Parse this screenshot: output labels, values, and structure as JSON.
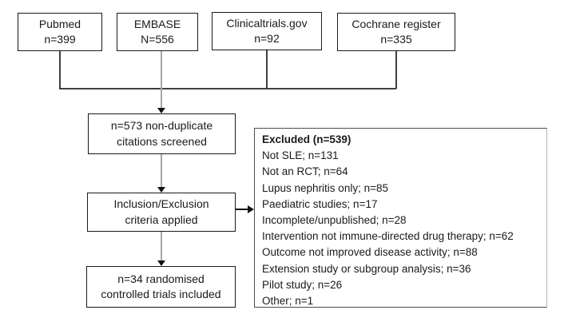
{
  "sources": [
    {
      "name": "Pubmed",
      "count": "n=399"
    },
    {
      "name": "EMBASE",
      "count": "N=556"
    },
    {
      "name": "Clinicaltrials.gov",
      "count": "n=92"
    },
    {
      "name": "Cochrane register",
      "count": "n=335"
    }
  ],
  "flow": {
    "screened": {
      "line1": "n=573 non-duplicate",
      "line2": "citations screened"
    },
    "criteria": {
      "line1": "Inclusion/Exclusion",
      "line2": "criteria applied"
    },
    "included": {
      "line1": "n=34 randomised",
      "line2": "controlled trials included"
    }
  },
  "excluded": {
    "title": "Excluded (n=539)",
    "items": [
      "Not SLE; n=131",
      "Not an RCT; n=64",
      "Lupus nephritis only; n=85",
      "Paediatric studies; n=17",
      "Incomplete/unpublished; n=28",
      "Intervention not immune-directed drug therapy; n=62",
      "Outcome not improved disease activity; n=88",
      "Extension study or subgroup analysis; n=36",
      "Pilot study; n=26",
      "Other; n=1"
    ]
  },
  "colors": {
    "box_border": "#1a1a1a",
    "connector_gray": "#a6a6a6",
    "line_dark": "#404040",
    "arrowhead": "#111111",
    "background": "#ffffff"
  }
}
